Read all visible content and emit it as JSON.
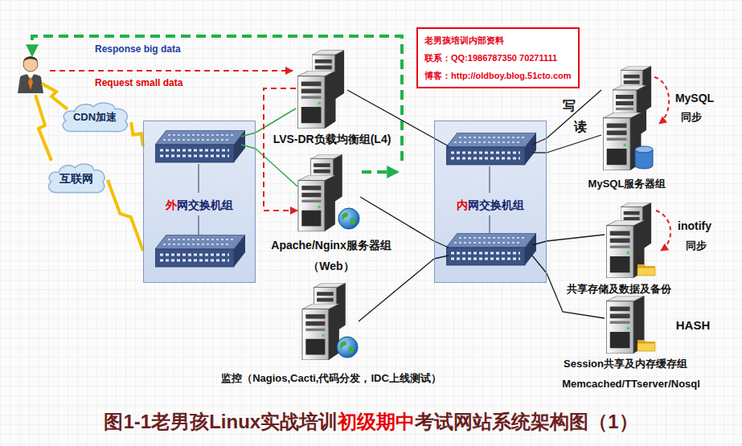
{
  "diagram": {
    "caption": "图1-1老男孩Linux实战培训初级期中考试网站系统架构图（1）",
    "nodes": [
      {
        "text": [
          "CDN加速"
        ]
      },
      {
        "text": [
          "互联网"
        ]
      },
      {
        "text": [
          "外网交换机组"
        ]
      },
      {
        "text": [
          "LVS-DR负载均衡组(L4)"
        ]
      },
      {
        "text": [
          "Apache/Nginx服务器组",
          "（Web）"
        ]
      },
      {
        "text": [
          "监控（Nagios,Cacti,代码分发，IDC上线测试）"
        ]
      },
      {
        "text": [
          "内网交换机组"
        ]
      },
      {
        "text": [
          "老男孩培训内部资料",
          "联系：QQ:1986787350 70271111",
          "博客：http://oldboy.blog.51cto.com"
        ]
      },
      {
        "text": [
          "MySQL服务器组"
        ]
      },
      {
        "text": [
          "共享存储及数据及备份"
        ]
      },
      {
        "text": [
          "Session共享及内存缓存组",
          "Memcached/TTserver/Nosql"
        ]
      }
    ],
    "edges": [
      {
        "from": 0,
        "to": 2,
        "arrow": "none"
      },
      {
        "from": 1,
        "to": 2,
        "arrow": "none"
      },
      {
        "from": 2,
        "to": 3,
        "arrow": "none"
      },
      {
        "from": 2,
        "to": 4,
        "arrow": "none"
      },
      {
        "from": 3,
        "to": 4,
        "arrow": "to"
      },
      {
        "from": 6,
        "to": 3,
        "arrow": "none"
      },
      {
        "from": 6,
        "to": 4,
        "arrow": "none"
      },
      {
        "from": 6,
        "to": 5,
        "arrow": "none"
      },
      {
        "from": 6,
        "to": 8,
        "label": "写",
        "arrow": "none"
      },
      {
        "from": 6,
        "to": 8,
        "label": "读",
        "arrow": "none"
      },
      {
        "from": 6,
        "to": 9,
        "arrow": "none"
      },
      {
        "from": 6,
        "to": 10,
        "arrow": "none"
      }
    ],
    "labels": [
      "Response big data",
      "Request small data",
      "MySQL",
      "同步",
      "inotify",
      "同步",
      "HASH"
    ]
  }
}
